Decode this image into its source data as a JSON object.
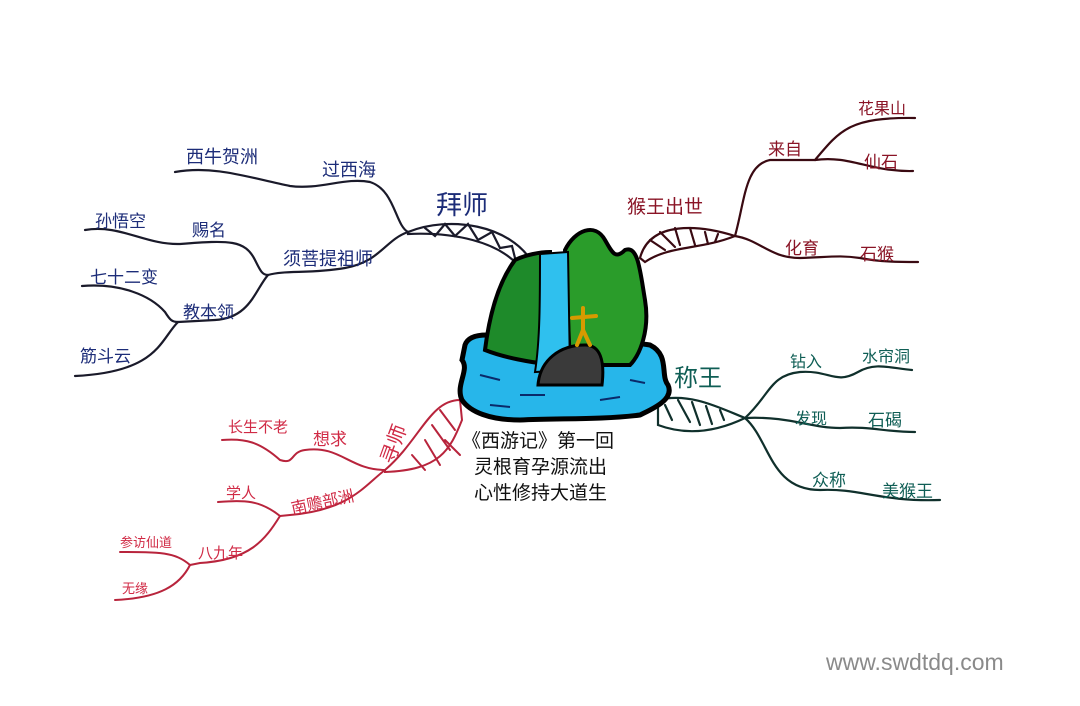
{
  "center": {
    "lines": [
      "《西游记》第一回",
      "灵根育孕源流出",
      "心性修持大道生"
    ]
  },
  "branches": {
    "baishi": {
      "label": "拜师",
      "color": "#1c2c78",
      "guoxihai": "过西海",
      "xiniu": "西牛贺洲",
      "xuputi": "须菩提祖师",
      "ciming": "赐名",
      "sunwukong": "孙悟空",
      "jiaobenling": "教本领",
      "qishier": "七十二变",
      "jindouyun": "筋斗云"
    },
    "houwang": {
      "label": "猴王出世",
      "color": "#8a1426",
      "laizi": "来自",
      "huaguoshan": "花果山",
      "xianshi": "仙石",
      "huayu": "化育",
      "shihou": "石猴"
    },
    "chengwang": {
      "label": "称王",
      "color": "#0f5e55",
      "zuanru": "钻入",
      "shuiliandong": "水帘洞",
      "faxian": "发现",
      "shijie": "石碣",
      "zhongcheng": "众称",
      "meihouwang": "美猴王"
    },
    "xunshi": {
      "label": "寻师",
      "color": "#d02a45",
      "xiangqiu": "想求",
      "changsheng": "长生不老",
      "nanshan": "南赡部洲",
      "xueren": "学人",
      "bajiunian": "八九年",
      "canfang": "参访仙道",
      "wuyuan": "无缘"
    }
  },
  "watermark": "www.swdtdq.com"
}
